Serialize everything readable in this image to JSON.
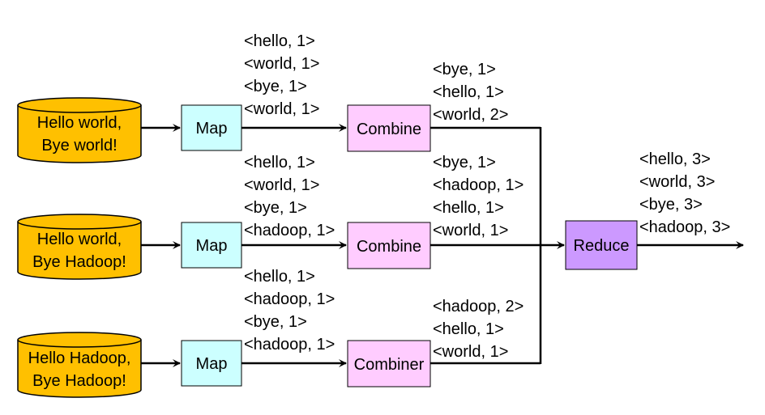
{
  "colors": {
    "input_fill": "#ffc000",
    "map_fill": "#ccffff",
    "combine_fill": "#ffccff",
    "reduce_fill": "#cc99ff",
    "highlight_text": "#ff0000",
    "normal_text": "#000000"
  },
  "inputs": [
    {
      "line1": "Hello world,",
      "line2": "Bye world!"
    },
    {
      "line1": "Hello world,",
      "line2": "Bye Hadoop!"
    },
    {
      "line1": "Hello Hadoop,",
      "line2": "Bye Hadoop!"
    }
  ],
  "map_label": "Map",
  "combiners": [
    "Combine",
    "Combine",
    "Combiner"
  ],
  "reduce_label": "Reduce",
  "map_outputs": [
    [
      {
        "text": "<hello, 1>",
        "highlight": false
      },
      {
        "text": "<world, 1>",
        "highlight": true
      },
      {
        "text": "<bye, 1>",
        "highlight": false
      },
      {
        "text": "<world, 1>",
        "highlight": true
      }
    ],
    [
      {
        "text": "<hello, 1>",
        "highlight": false
      },
      {
        "text": "<world, 1>",
        "highlight": false
      },
      {
        "text": "<bye, 1>",
        "highlight": false
      },
      {
        "text": "<hadoop, 1>",
        "highlight": false
      }
    ],
    [
      {
        "text": "<hello, 1>",
        "highlight": false
      },
      {
        "text": "<hadoop, 1>",
        "highlight": true
      },
      {
        "text": "<bye, 1>",
        "highlight": false
      },
      {
        "text": "<hadoop, 1>",
        "highlight": true
      }
    ]
  ],
  "combine_outputs": [
    [
      {
        "text": "<bye, 1>",
        "highlight": false
      },
      {
        "text": "<hello, 1>",
        "highlight": false
      },
      {
        "text": "<world, 2>",
        "highlight": true
      }
    ],
    [
      {
        "text": "<bye, 1>",
        "highlight": false
      },
      {
        "text": "<hadoop, 1>",
        "highlight": false
      },
      {
        "text": "<hello, 1>",
        "highlight": false
      },
      {
        "text": "<world, 1>",
        "highlight": false
      }
    ],
    [
      {
        "text": "<hadoop, 2>",
        "highlight": true
      },
      {
        "text": "<hello, 1>",
        "highlight": false
      },
      {
        "text": "<world, 1>",
        "highlight": false
      }
    ]
  ],
  "reduce_outputs": [
    {
      "text": "<hello, 3>",
      "highlight": false
    },
    {
      "text": "<world, 3>",
      "highlight": false
    },
    {
      "text": "<bye, 3>",
      "highlight": false
    },
    {
      "text": "<hadoop, 3>",
      "highlight": false
    }
  ]
}
